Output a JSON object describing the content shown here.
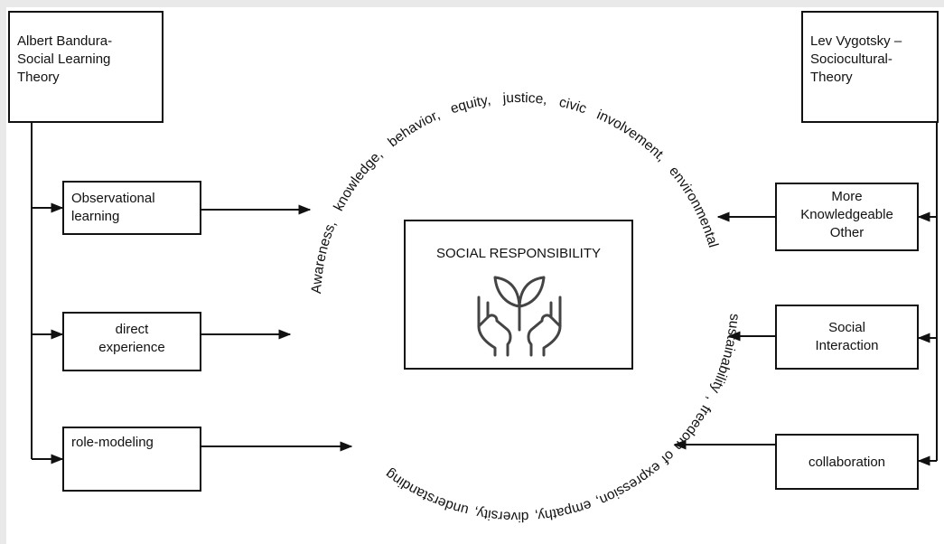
{
  "left_theory": {
    "lines": [
      "Albert Bandura-",
      "Social Learning",
      "Theory"
    ]
  },
  "right_theory": {
    "lines": [
      "Lev Vygotsky –",
      "Sociocultural-",
      "Theory"
    ]
  },
  "left_concepts": [
    {
      "lines": [
        "Observational",
        "learning"
      ]
    },
    {
      "lines": [
        "direct",
        "experience"
      ]
    },
    {
      "lines": [
        "role-modeling"
      ]
    }
  ],
  "right_concepts": [
    {
      "lines": [
        "More",
        "Knowledgeable",
        "Other"
      ]
    },
    {
      "lines": [
        "Social",
        "Interaction"
      ]
    },
    {
      "lines": [
        "collaboration"
      ]
    }
  ],
  "center": {
    "title": "SOCIAL RESPONSIBILITY",
    "icon": "plant-in-hands-icon"
  },
  "ring_text": {
    "top": "Awareness, knowledge, behavior, equity, justice, civic involvement, environmental",
    "bottom": "sustainability , freedom of expression, empathy, diversity, understanding"
  }
}
